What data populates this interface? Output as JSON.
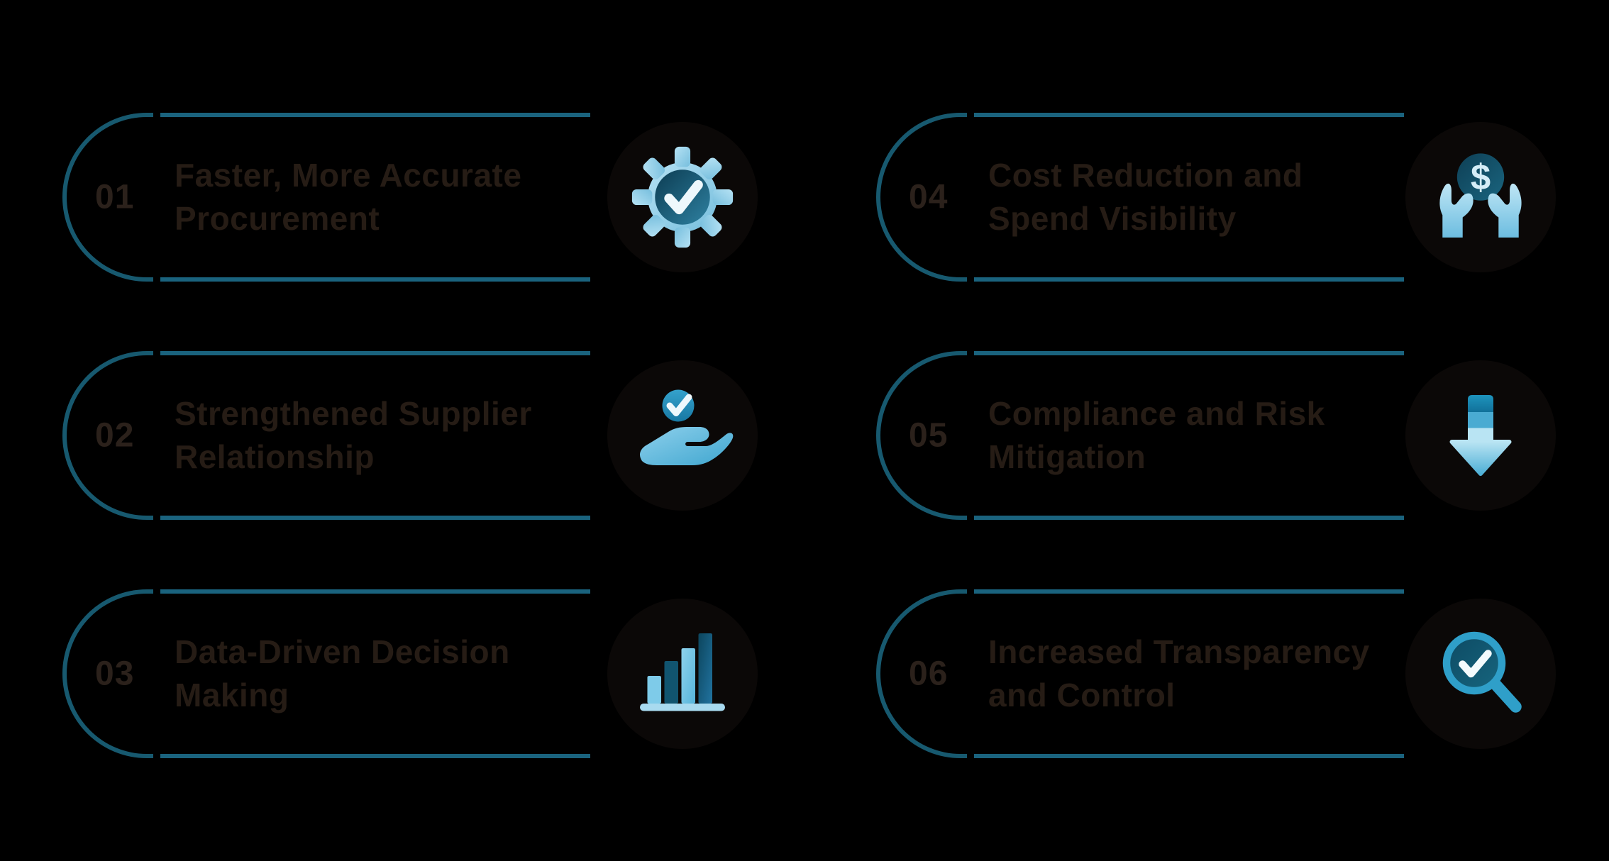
{
  "canvas": {
    "background_color": "#000000",
    "accent_line_color": "#1a637e",
    "arc_color": "#17596f",
    "number_color": "#2b211b",
    "title_color": "#261c15",
    "icon_palette": {
      "light_blue": "#a9dcf2",
      "mid_blue": "#4fb0d6",
      "ring_blue": "#2f9fc9",
      "dark_teal": "#0d4258",
      "check_white": "#eef8fc"
    }
  },
  "items": [
    {
      "number": "01",
      "title": "Faster, More Accurate Procurement",
      "title_lines": [
        "Faster, More Accurate",
        "Procurement"
      ],
      "icon": "gear-check-icon"
    },
    {
      "number": "02",
      "title": "Strengthened Supplier Relationship",
      "title_lines": [
        "Strengthened Supplier",
        "Relationship"
      ],
      "icon": "hand-check-icon"
    },
    {
      "number": "03",
      "title": "Data-Driven Decision Making",
      "title_lines": [
        "Data-Driven Decision",
        "Making"
      ],
      "icon": "bar-chart-icon"
    },
    {
      "number": "04",
      "title": "Cost Reduction and Spend Visibility",
      "title_lines": [
        "Cost Reduction and",
        "Spend Visibility"
      ],
      "icon": "hands-dollar-icon",
      "icon_glyph": "$"
    },
    {
      "number": "05",
      "title": "Compliance and Risk Mitigation",
      "title_lines": [
        "Compliance and Risk",
        "Mitigation"
      ],
      "icon": "down-arrow-icon"
    },
    {
      "number": "06",
      "title": "Increased Transparency and Control",
      "title_lines": [
        "Increased Transparency",
        "and Control"
      ],
      "icon": "magnifier-check-icon"
    }
  ]
}
